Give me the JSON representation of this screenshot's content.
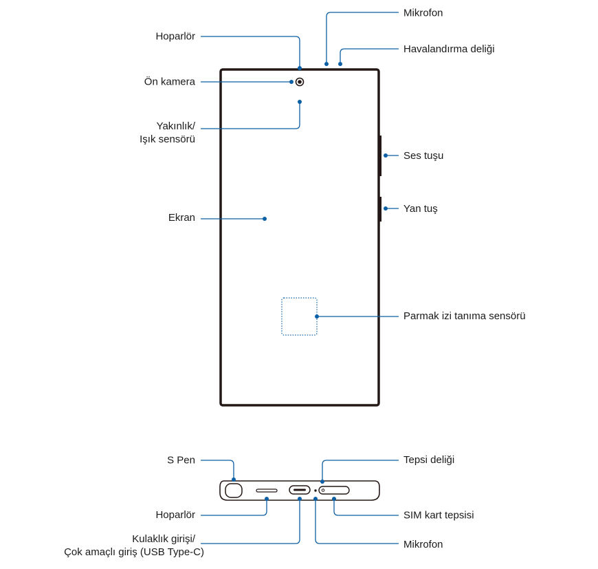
{
  "labels": {
    "mikrofon_top": "Mikrofon",
    "havalandirma": "Havalandırma deliği",
    "hoparlor_top": "Hoparlör",
    "on_kamera": "Ön kamera",
    "yakinlik_1": "Yakınlık/",
    "yakinlik_2": "Işık sensörü",
    "ses_tusu": "Ses tuşu",
    "yan_tus": "Yan tuş",
    "ekran": "Ekran",
    "parmak_izi": "Parmak izi tanıma sensörü",
    "s_pen": "S Pen",
    "tepsi_deligi": "Tepsi deliği",
    "hoparlor_bottom": "Hoparlör",
    "sim_kart": "SIM kart tepsisi",
    "kulaklik_1": "Kulaklık girişi/",
    "kulaklik_2": "Çok amaçlı giriş (USB Type-C)",
    "mikrofon_bottom": "Mikrofon"
  },
  "colors": {
    "callout": "#0b5fa5",
    "device_outline": "#231815"
  }
}
